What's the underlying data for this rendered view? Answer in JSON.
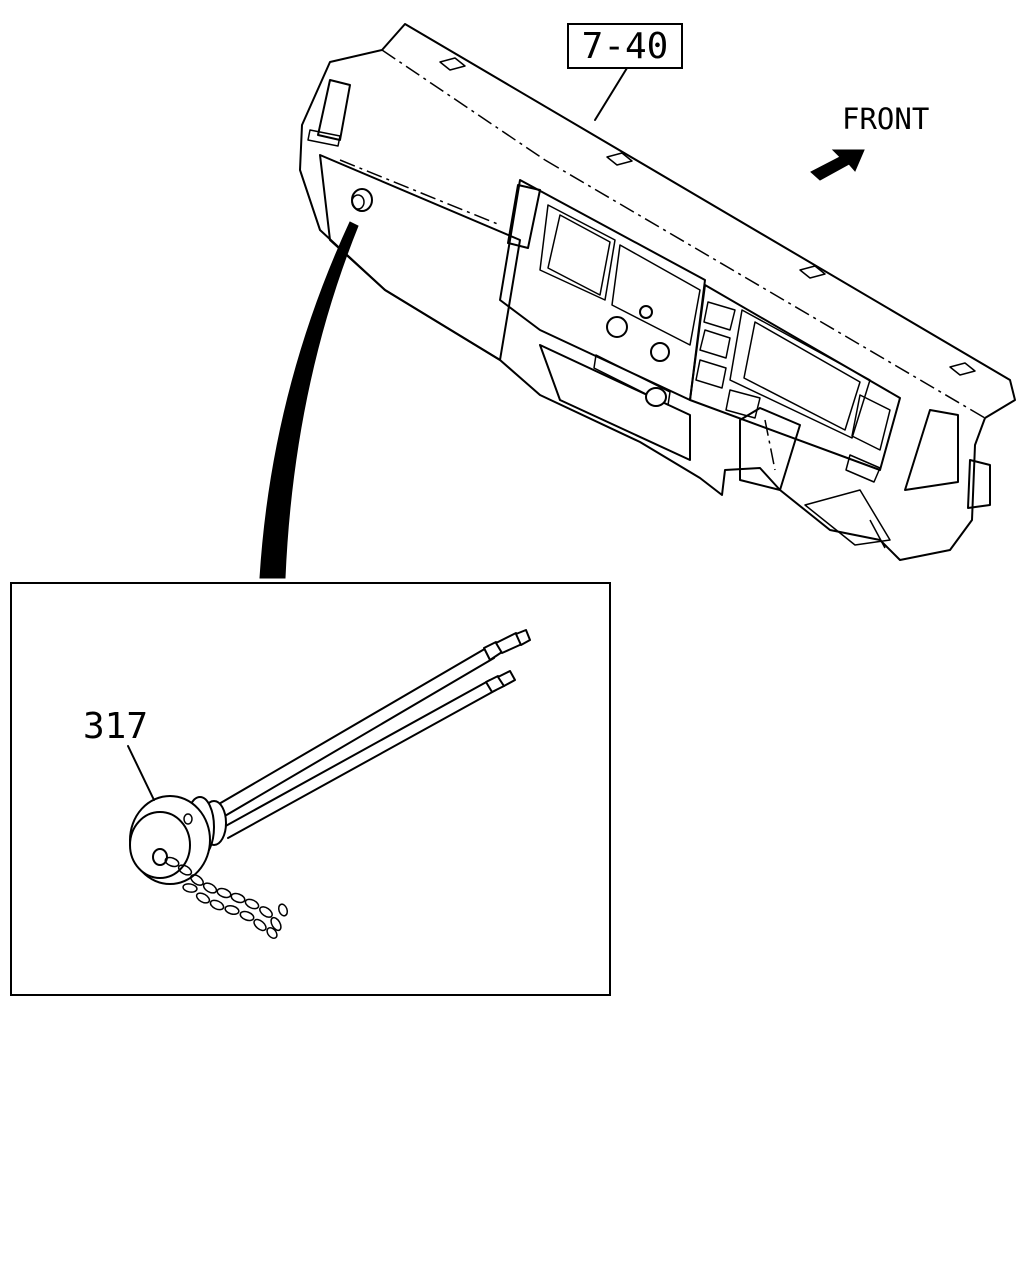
{
  "callouts": {
    "reference_label": "7-40",
    "part_number": "317"
  },
  "orientation": {
    "label": "FRONT",
    "icon": "arrow-icon"
  },
  "colors": {
    "line": "#000000",
    "background": "#ffffff"
  }
}
